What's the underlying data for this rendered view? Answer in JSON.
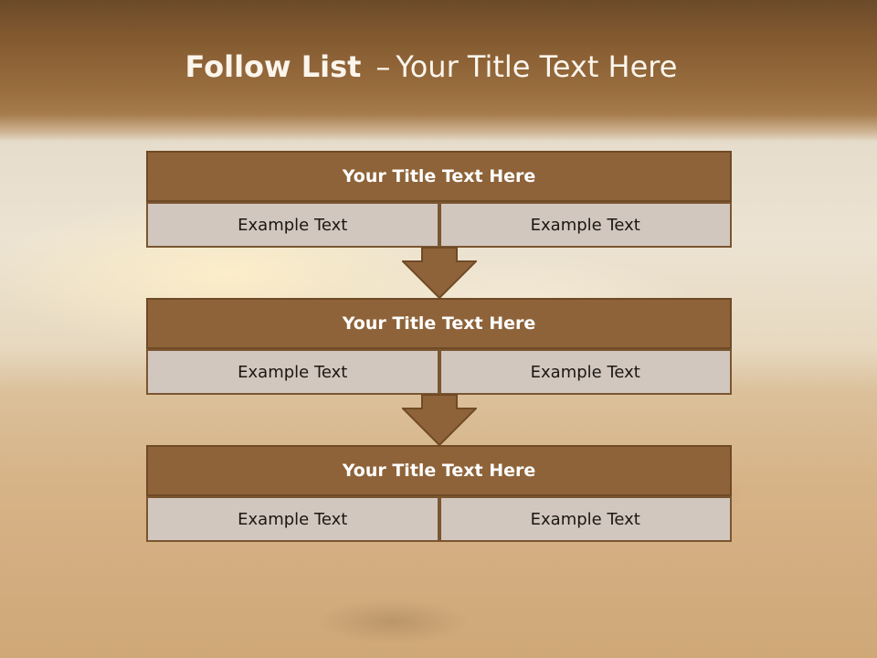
{
  "slide": {
    "title_bold": "Follow List",
    "title_separator": "–",
    "title_rest": "Your Title Text Here"
  },
  "blocks": [
    {
      "title": "Your Title Text Here",
      "left": "Example Text",
      "right": "Example Text"
    },
    {
      "title": "Your Title Text Here",
      "left": "Example Text",
      "right": "Example Text"
    },
    {
      "title": "Your Title Text Here",
      "left": "Example Text",
      "right": "Example Text"
    }
  ],
  "colors": {
    "banner": "#82592f",
    "header_fill": "#8e6339",
    "cell_fill": "#d2c7bf",
    "border": "#6f4a26"
  }
}
